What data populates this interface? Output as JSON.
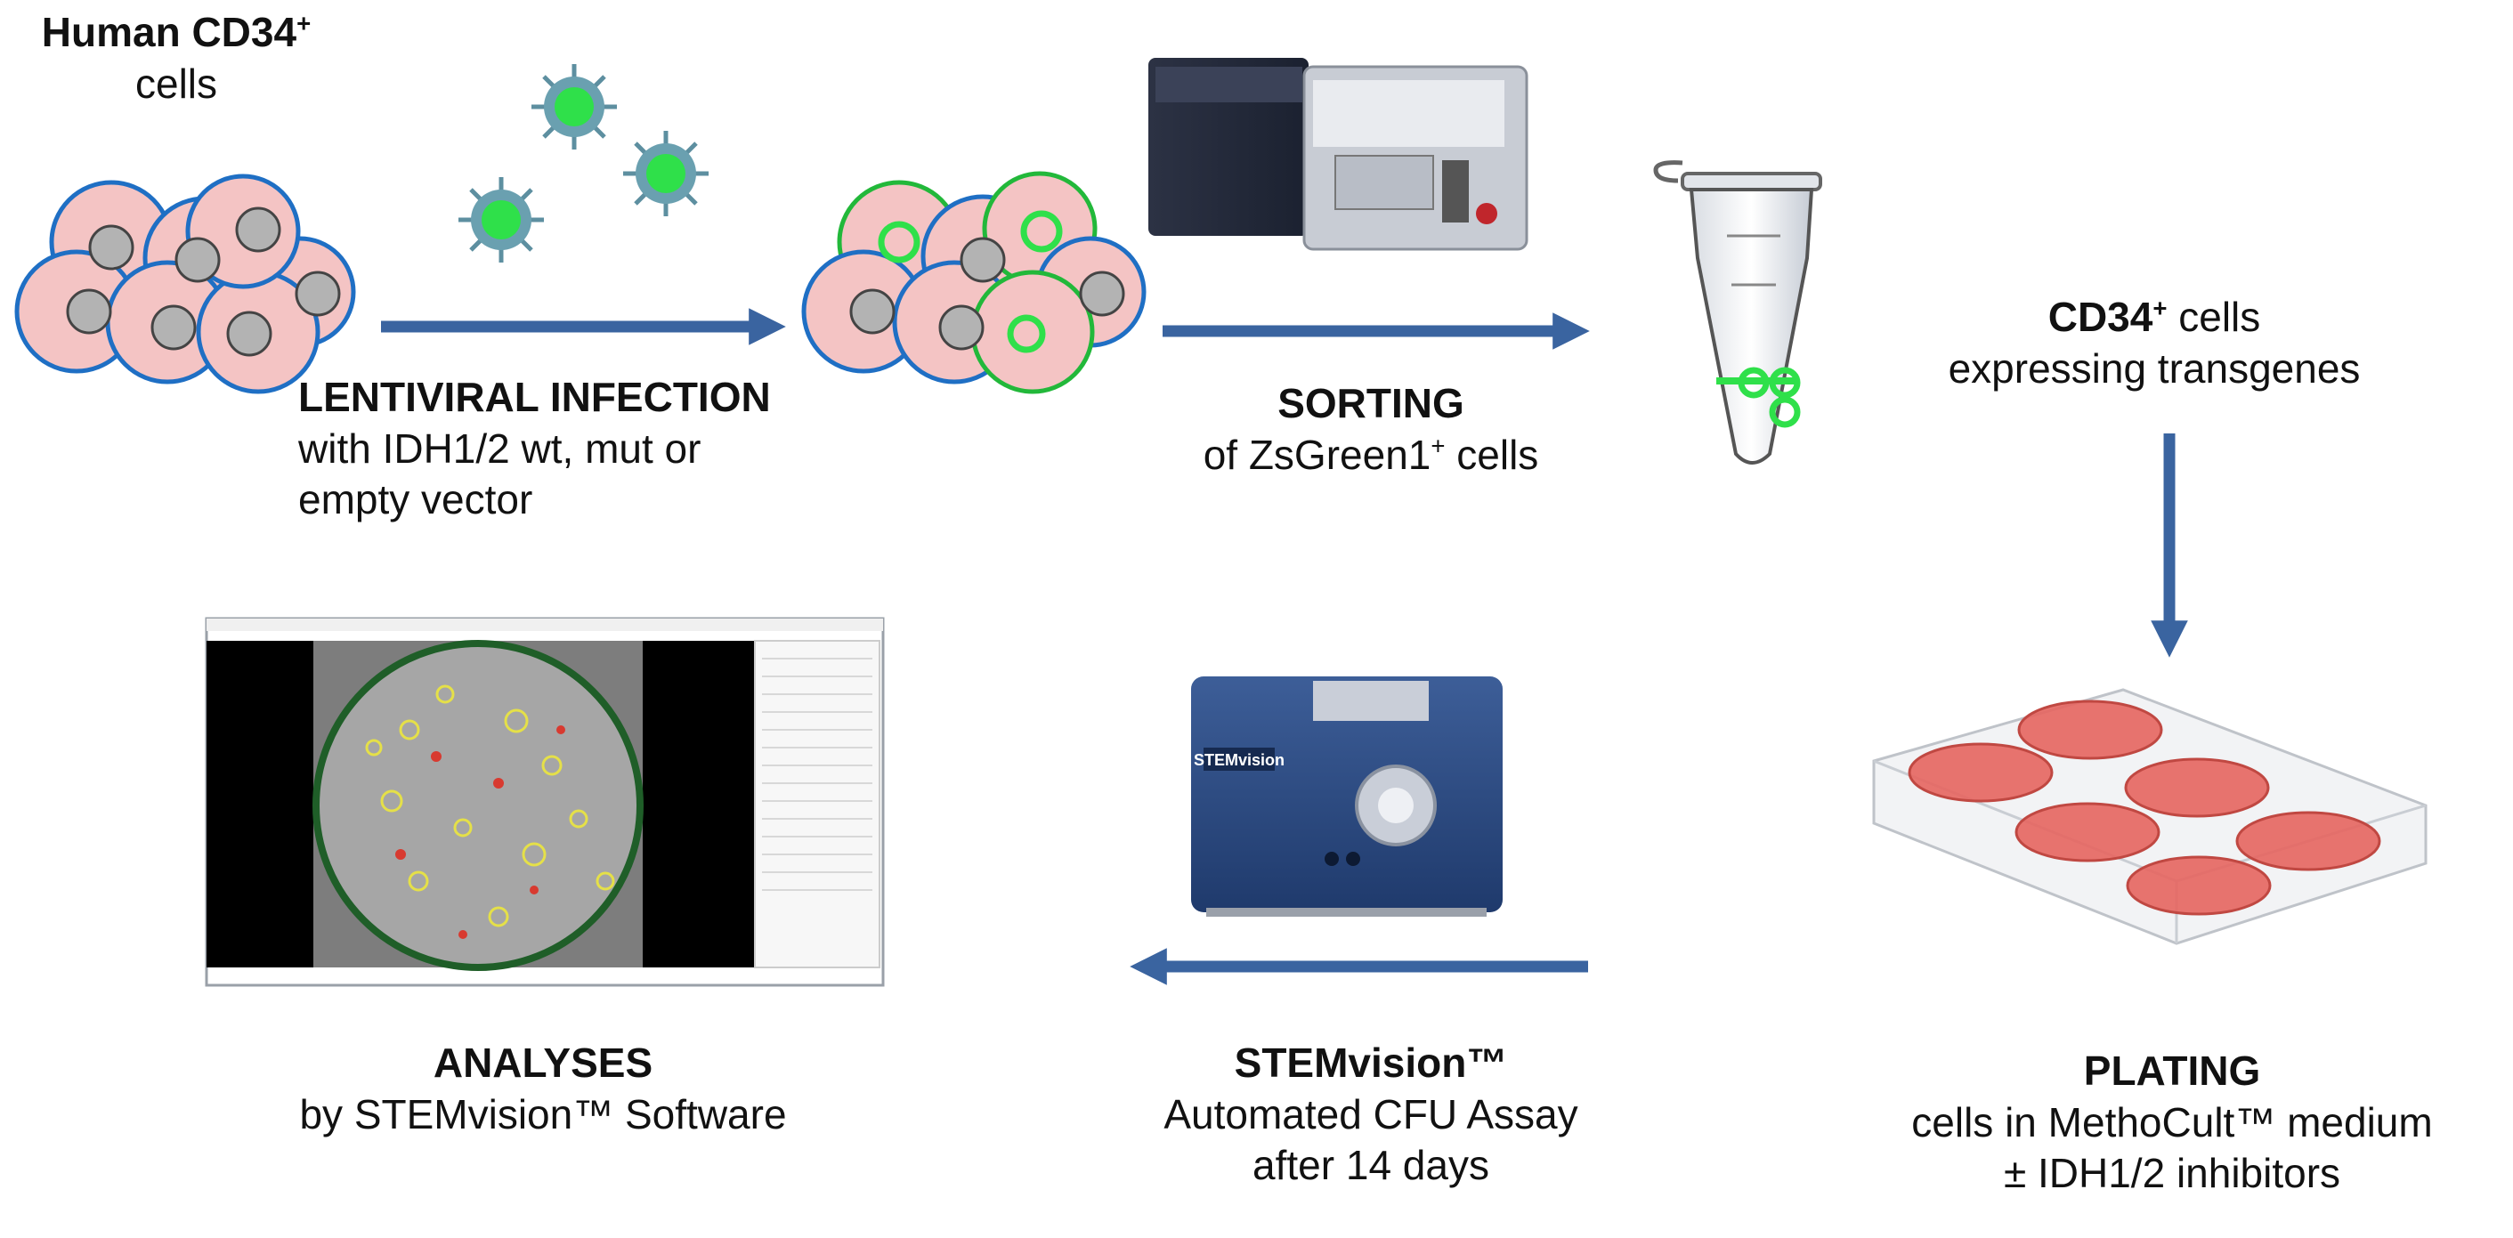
{
  "labels": {
    "start": {
      "title": "Human CD34",
      "sup": "+",
      "line1": "cells"
    },
    "infection": {
      "title": "LENTIVIRAL INFECTION",
      "line1": "with IDH1/2 wt, mut or",
      "line2": "empty vector"
    },
    "sorting": {
      "title": "SORTING",
      "line1_pre": "of ZsGreen1",
      "sup": "+",
      "line1_post": " cells"
    },
    "cd34": {
      "title": "CD34",
      "sup": "+",
      "title_post": " cells",
      "line1": "expressing transgenes"
    },
    "plating": {
      "title": "PLATING",
      "line1": "cells in MethoCult™ medium",
      "line2": "± IDH1/2 inhibitors"
    },
    "stemvision": {
      "title": "STEMvision™",
      "line1": "Automated CFU Assay",
      "line2": "after 14 days"
    },
    "analyses": {
      "title": "ANALYSES",
      "line1": "by STEMvision™ Software"
    }
  },
  "device_brand": "STEMvision",
  "colors": {
    "arrow": "#3a64a0",
    "cell_fill": "#f4c4c4",
    "cell_stroke": "#1f6fc4",
    "nucleus": "#b3b3b3",
    "transduced_stroke": "#22b83a",
    "gfp": "#2fe04a",
    "virus": "#6aa0b0",
    "dish_red": "#e6655f",
    "device_blue": "#2b4c86"
  },
  "icons": [
    "cell-cluster-icon",
    "virus-icon",
    "flow-cytometer-icon",
    "microtube-icon",
    "six-well-plate-icon",
    "stemvision-device-icon",
    "software-screenshot-icon"
  ]
}
